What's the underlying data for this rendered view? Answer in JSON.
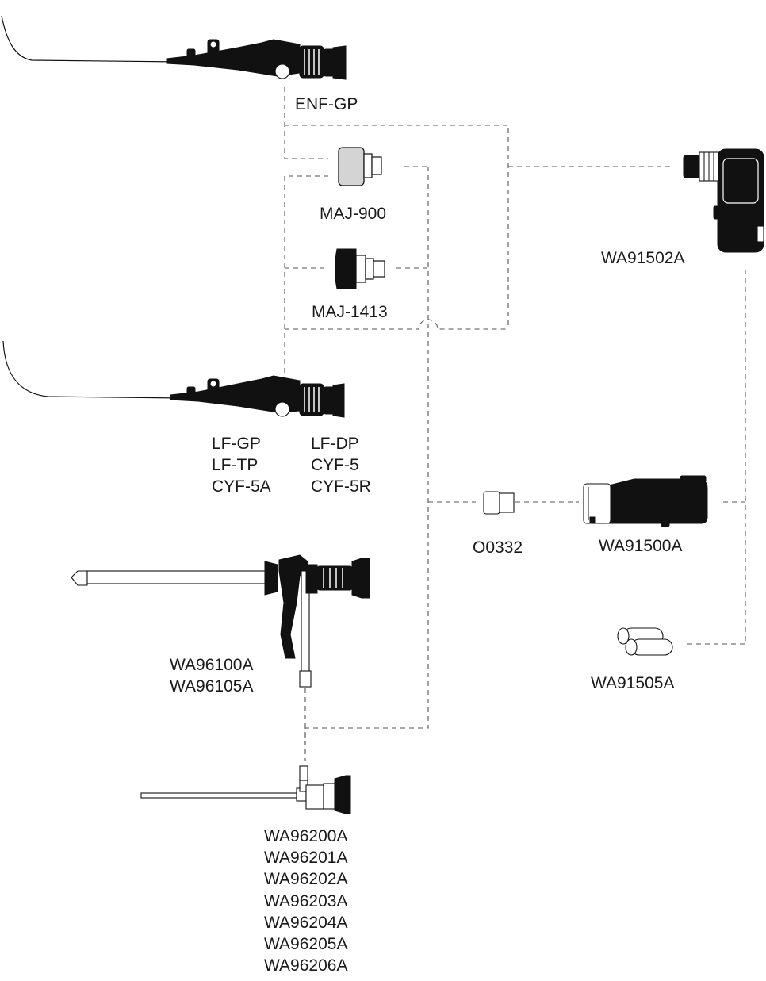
{
  "components": {
    "enf_gp": {
      "label": "ENF-GP"
    },
    "maj_900": {
      "label": "MAJ-900"
    },
    "maj_1413": {
      "label": "MAJ-1413"
    },
    "wa91502a": {
      "label": "WA91502A"
    },
    "lf_group_left": {
      "labels": [
        "LF-GP",
        "LF-TP",
        "CYF-5A"
      ]
    },
    "lf_group_right": {
      "labels": [
        "LF-DP",
        "CYF-5",
        "CYF-5R"
      ]
    },
    "o0332": {
      "label": "O0332"
    },
    "wa91500a": {
      "label": "WA91500A"
    },
    "wa96100": {
      "labels": [
        "WA96100A",
        "WA96105A"
      ]
    },
    "wa91505a": {
      "label": "WA91505A"
    },
    "wa962xx": {
      "labels": [
        "WA96200A",
        "WA96201A",
        "WA96202A",
        "WA96203A",
        "WA96204A",
        "WA96205A",
        "WA96206A"
      ]
    }
  },
  "colors": {
    "ink": "#111111",
    "connector": "#555555",
    "adapter_grey": "#d4d4d4"
  }
}
